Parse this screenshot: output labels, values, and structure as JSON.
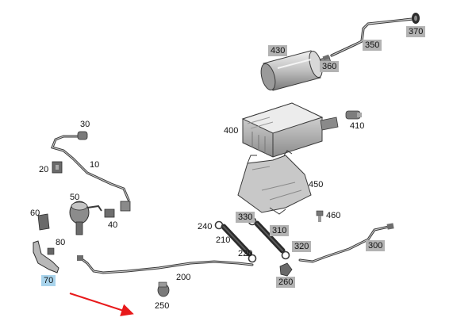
{
  "labels": {
    "l370": "370",
    "l350": "350",
    "l430": "430",
    "l360": "360",
    "l400": "400",
    "l410": "410",
    "l450": "450",
    "l460": "460",
    "l330": "330",
    "l310": "310",
    "l320": "320",
    "l300": "300",
    "l240": "240",
    "l210": "210",
    "l220": "220",
    "l260": "260",
    "l200": "200",
    "l250": "250",
    "l30": "30",
    "l10": "10",
    "l20": "20",
    "l50": "50",
    "l40": "40",
    "l60": "60",
    "l80": "80",
    "l70": "70"
  },
  "colors": {
    "part_outline": "#3a3a3a",
    "part_fill_light": "#d9d9d9",
    "part_fill_mid": "#a6a6a6",
    "part_fill_dark": "#555555",
    "label_box": "#b3b3b3",
    "label_highlight": "#a9d4ec",
    "arrow": "#e8191b"
  }
}
